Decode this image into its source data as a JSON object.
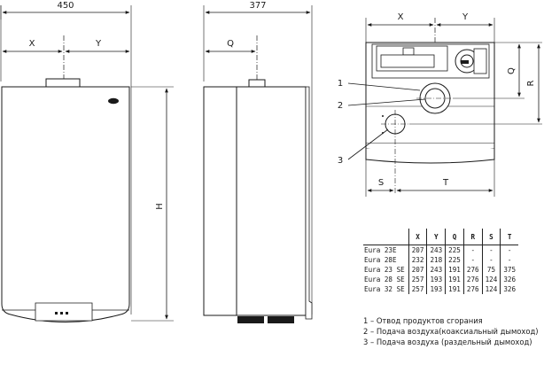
{
  "front_view": {
    "dim_width": "450",
    "dim_x": "X",
    "dim_y": "Y",
    "dim_h": "H"
  },
  "side_view": {
    "dim_depth": "377",
    "dim_q": "Q"
  },
  "top_view": {
    "dim_x": "X",
    "dim_y": "Y",
    "dim_q": "Q",
    "dim_r": "R",
    "dim_s": "S",
    "dim_t": "T",
    "callouts": [
      "1",
      "2",
      "3"
    ]
  },
  "table": {
    "headers": [
      "",
      "X",
      "Y",
      "Q",
      "R",
      "S",
      "T"
    ],
    "rows": [
      [
        "Eura 23E",
        "207",
        "243",
        "225",
        "-",
        "-",
        "-"
      ],
      [
        "Eura 28E",
        "232",
        "218",
        "225",
        "-",
        "-",
        "-"
      ],
      [
        "Eura 23 SE",
        "207",
        "243",
        "191",
        "276",
        "75",
        "375"
      ],
      [
        "Eura 28 SE",
        "257",
        "193",
        "191",
        "276",
        "124",
        "326"
      ],
      [
        "Eura 32 SE",
        "257",
        "193",
        "191",
        "276",
        "124",
        "326"
      ]
    ]
  },
  "legend": [
    "1 – Отвод продуктов сгорания",
    "2 – Подача воздуха(коаксиальный дымоход)",
    "3 – Подача воздуха (раздельный дымоход)"
  ]
}
